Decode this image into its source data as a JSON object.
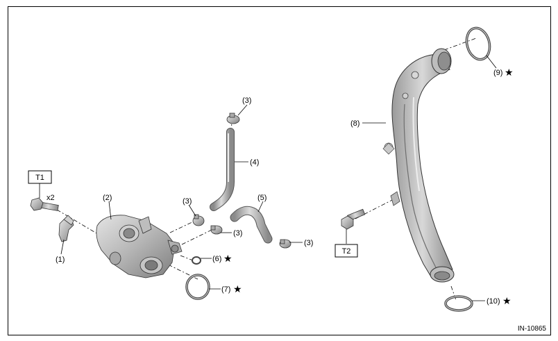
{
  "diagram": {
    "reference_code": "IN-10865",
    "star_symbol": "★",
    "torque_labels": {
      "t1": "T1",
      "t2": "T2"
    },
    "quantity_label": "x2",
    "callouts": {
      "c1": "(1)",
      "c2": "(2)",
      "c3a": "(3)",
      "c3b": "(3)",
      "c3c": "(3)",
      "c3d": "(3)",
      "c4": "(4)",
      "c5": "(5)",
      "c6": "(6)",
      "c7": "(7)",
      "c8": "(8)",
      "c9": "(9)",
      "c10": "(10)"
    }
  }
}
